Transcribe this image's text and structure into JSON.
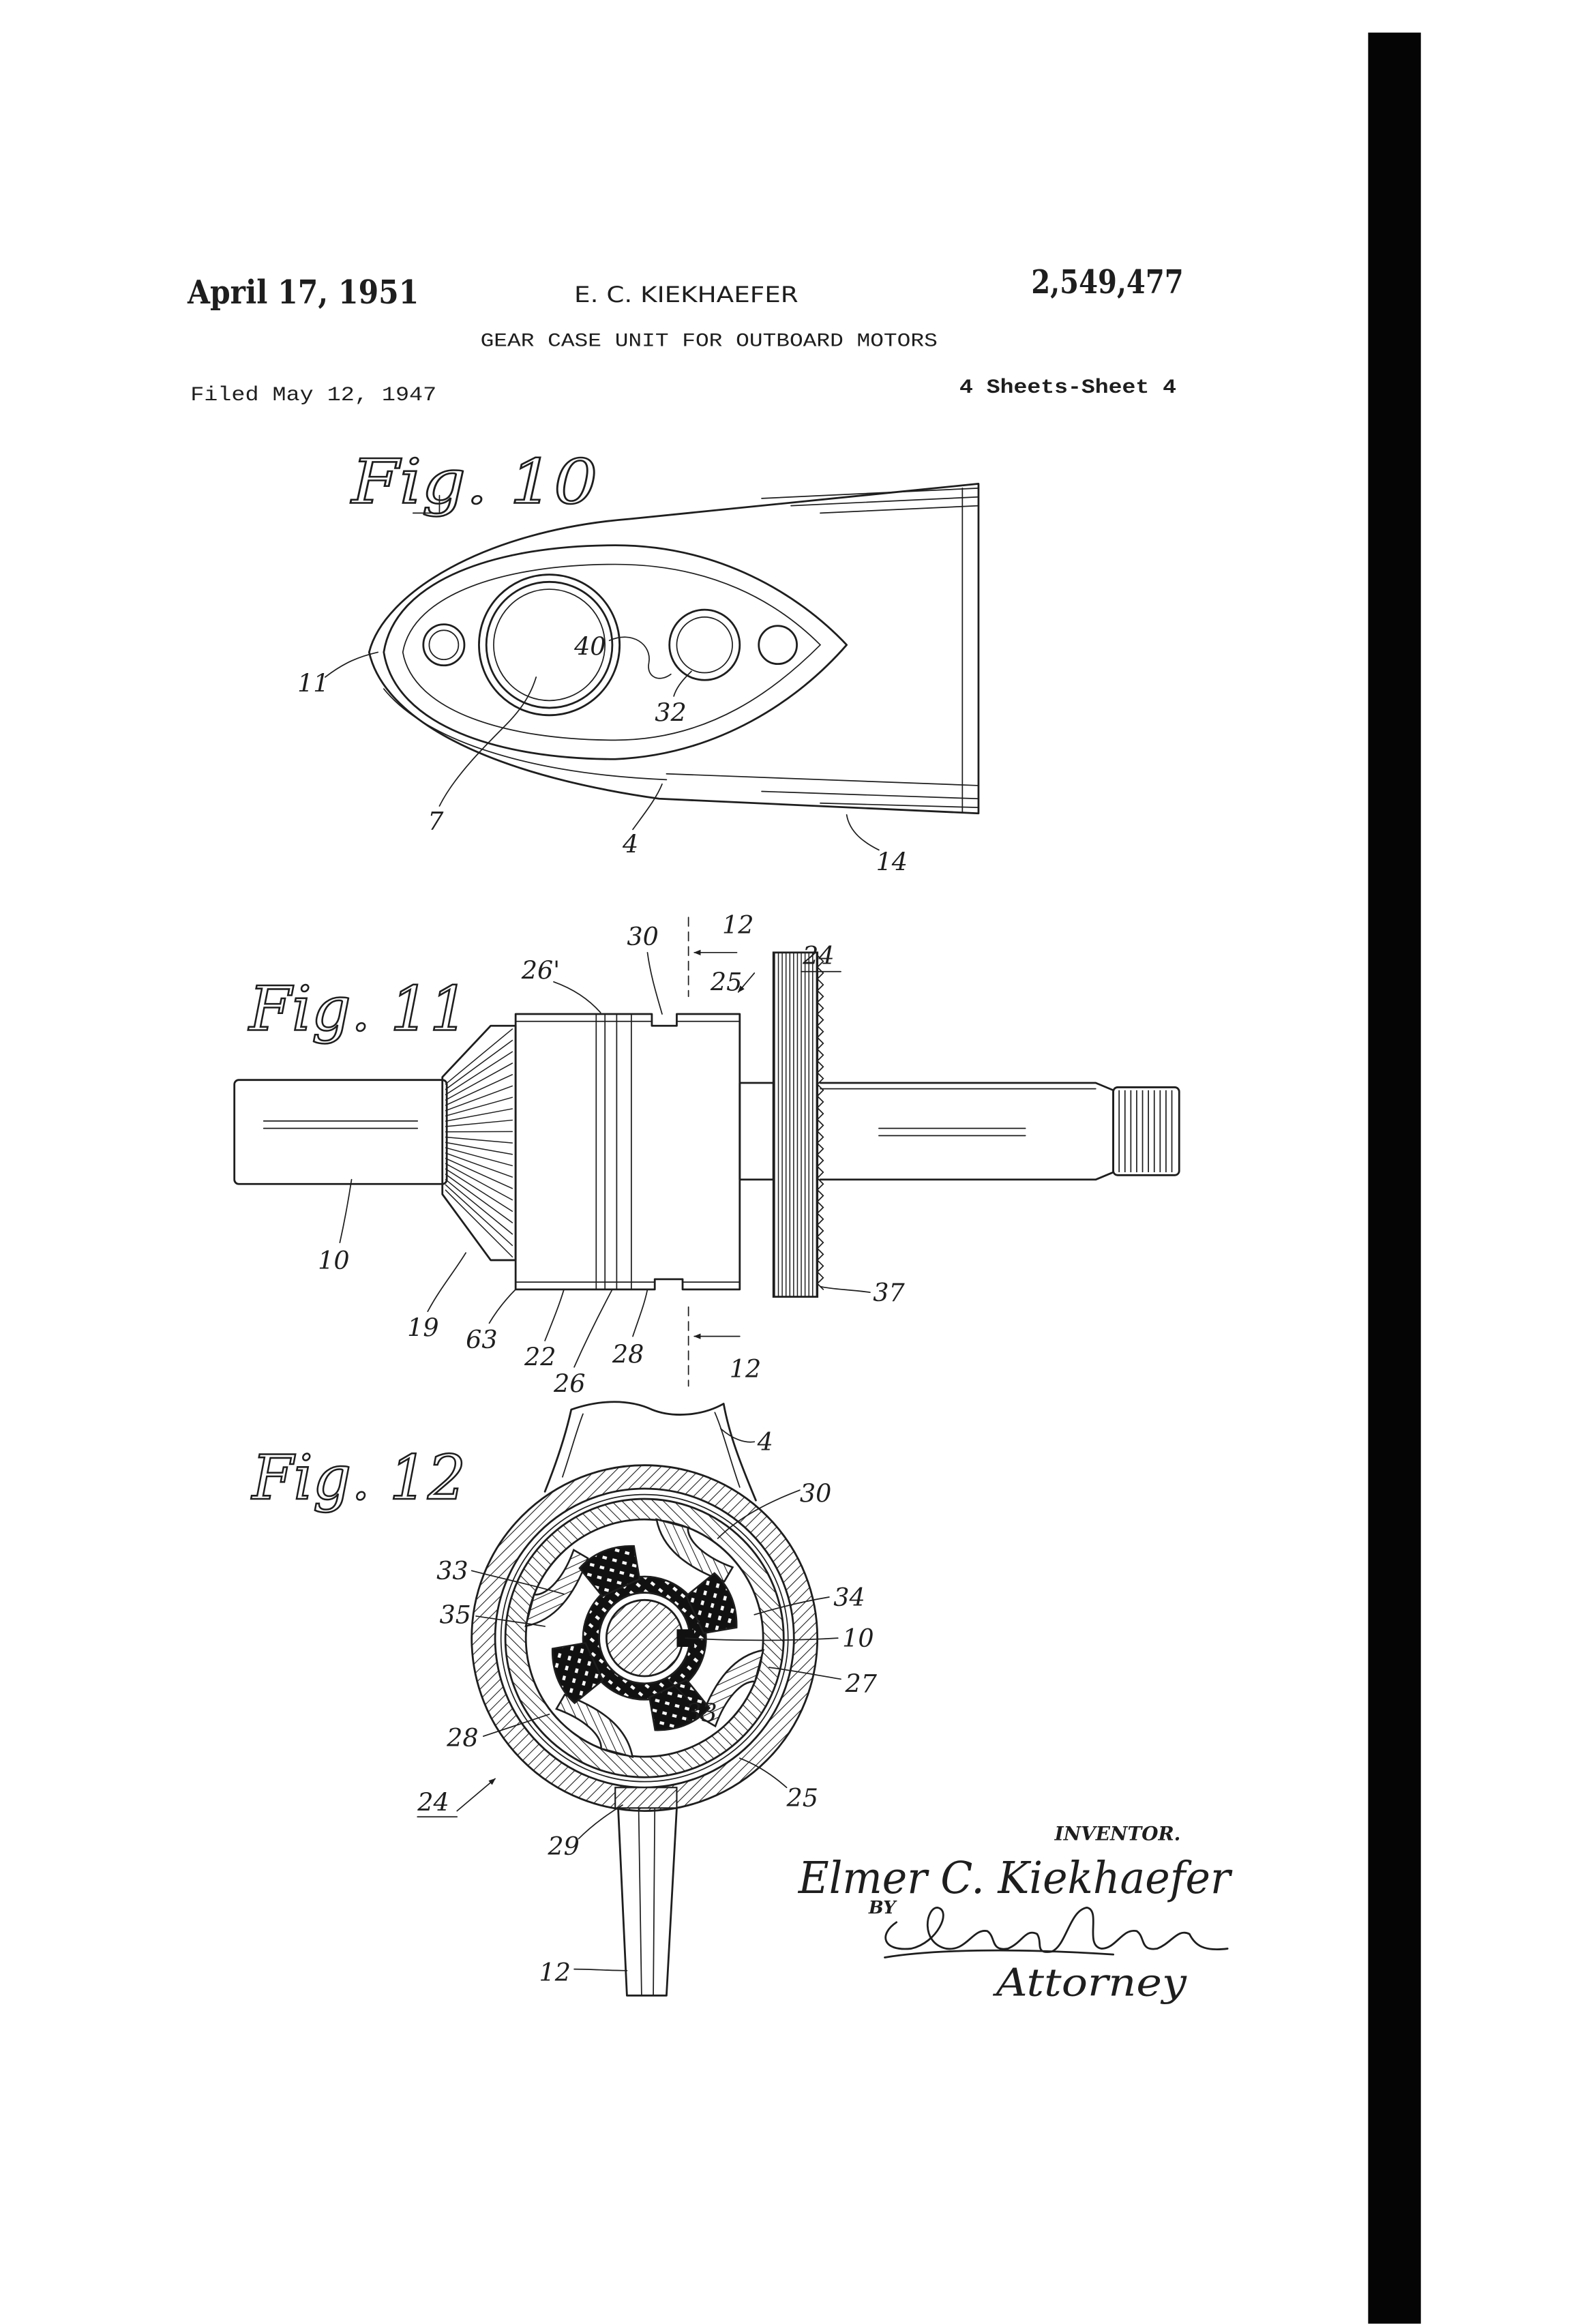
{
  "header": {
    "date": "April 17, 1951",
    "inventor_name": "E. C. KIEKHAEFER",
    "patent_number": "2,549,477",
    "title": "GEAR CASE UNIT FOR OUTBOARD MOTORS",
    "filed": "Filed May 12, 1947",
    "sheets": "4 Sheets-Sheet 4"
  },
  "fig10": {
    "label": "Fig. 10",
    "refs": [
      "11",
      "40",
      "32",
      "7",
      "4",
      "14"
    ]
  },
  "fig11": {
    "label": "Fig. 11",
    "refs": [
      "26'",
      "30",
      "12",
      "25",
      "24",
      "10",
      "19",
      "63",
      "22",
      "28",
      "26",
      "12",
      "37"
    ]
  },
  "fig12": {
    "label": "Fig. 12",
    "refs": [
      "4",
      "30",
      "33",
      "35",
      "34",
      "10",
      "27",
      "28",
      "33",
      "25",
      "24",
      "29",
      "12"
    ]
  },
  "signatures": {
    "inventor_caption": "INVENTOR.",
    "inventor_signature": "Elmer C. Kiekhaefer",
    "by": "BY",
    "attorney_caption": "Attorney"
  },
  "colors": {
    "ink": "#1e1e1e",
    "paper": "#ffffff",
    "margin_bar": "#050505"
  }
}
